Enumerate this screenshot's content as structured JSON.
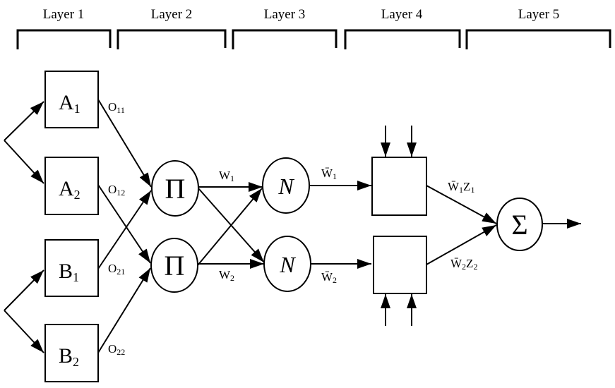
{
  "layers": [
    {
      "label": "Layer 1"
    },
    {
      "label": "Layer 2"
    },
    {
      "label": "Layer 3"
    },
    {
      "label": "Layer 4"
    },
    {
      "label": "Layer 5"
    }
  ],
  "layer1": {
    "nodes": [
      {
        "main": "A",
        "sub": "1"
      },
      {
        "main": "A",
        "sub": "2"
      },
      {
        "main": "B",
        "sub": "1"
      },
      {
        "main": "B",
        "sub": "2"
      }
    ],
    "outputs": [
      {
        "main": "O",
        "sub": "11"
      },
      {
        "main": "O",
        "sub": "12"
      },
      {
        "main": "O",
        "sub": "21"
      },
      {
        "main": "O",
        "sub": "22"
      }
    ]
  },
  "layer2": {
    "nodes": [
      {
        "symbol": "Π"
      },
      {
        "symbol": "Π"
      }
    ],
    "outputs": [
      {
        "main": "W",
        "sub": "1"
      },
      {
        "main": "W",
        "sub": "2"
      }
    ]
  },
  "layer3": {
    "nodes": [
      {
        "symbol": "N"
      },
      {
        "symbol": "N"
      }
    ],
    "outputs": [
      {
        "main": "W̄",
        "sub": "1"
      },
      {
        "main": "W̄",
        "sub": "2"
      }
    ]
  },
  "layer4": {
    "outputs": [
      {
        "main": "W̄",
        "sub1": "1",
        "main2": "Z",
        "sub2": "1"
      },
      {
        "main": "W̄",
        "sub1": "2",
        "main2": "Z",
        "sub2": "2"
      }
    ]
  },
  "layer5": {
    "node": {
      "symbol": "Σ"
    }
  }
}
